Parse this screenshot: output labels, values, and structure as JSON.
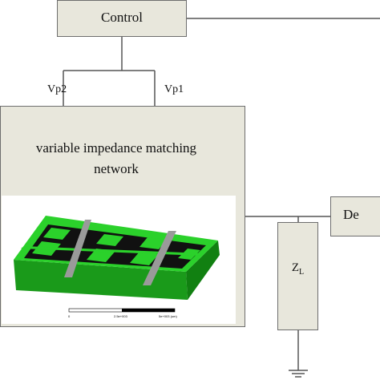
{
  "control": {
    "label": "Control"
  },
  "vmn": {
    "title_line1": "variable impedance matching",
    "title_line2": "network"
  },
  "voltages": {
    "vp2": "Vp2",
    "vp1": "Vp1"
  },
  "detector": {
    "label": "De"
  },
  "load": {
    "label": "Z",
    "subscript": "L"
  },
  "scale_bar": {
    "tick0": "0",
    "tick1": "2.5e+003",
    "tick2": "5e+003 (um)"
  },
  "colors": {
    "box_fill": "#e8e7dc",
    "substrate_green": "#2bd12b",
    "metal_black": "#111111",
    "switch_gray": "#9a9a9a"
  }
}
